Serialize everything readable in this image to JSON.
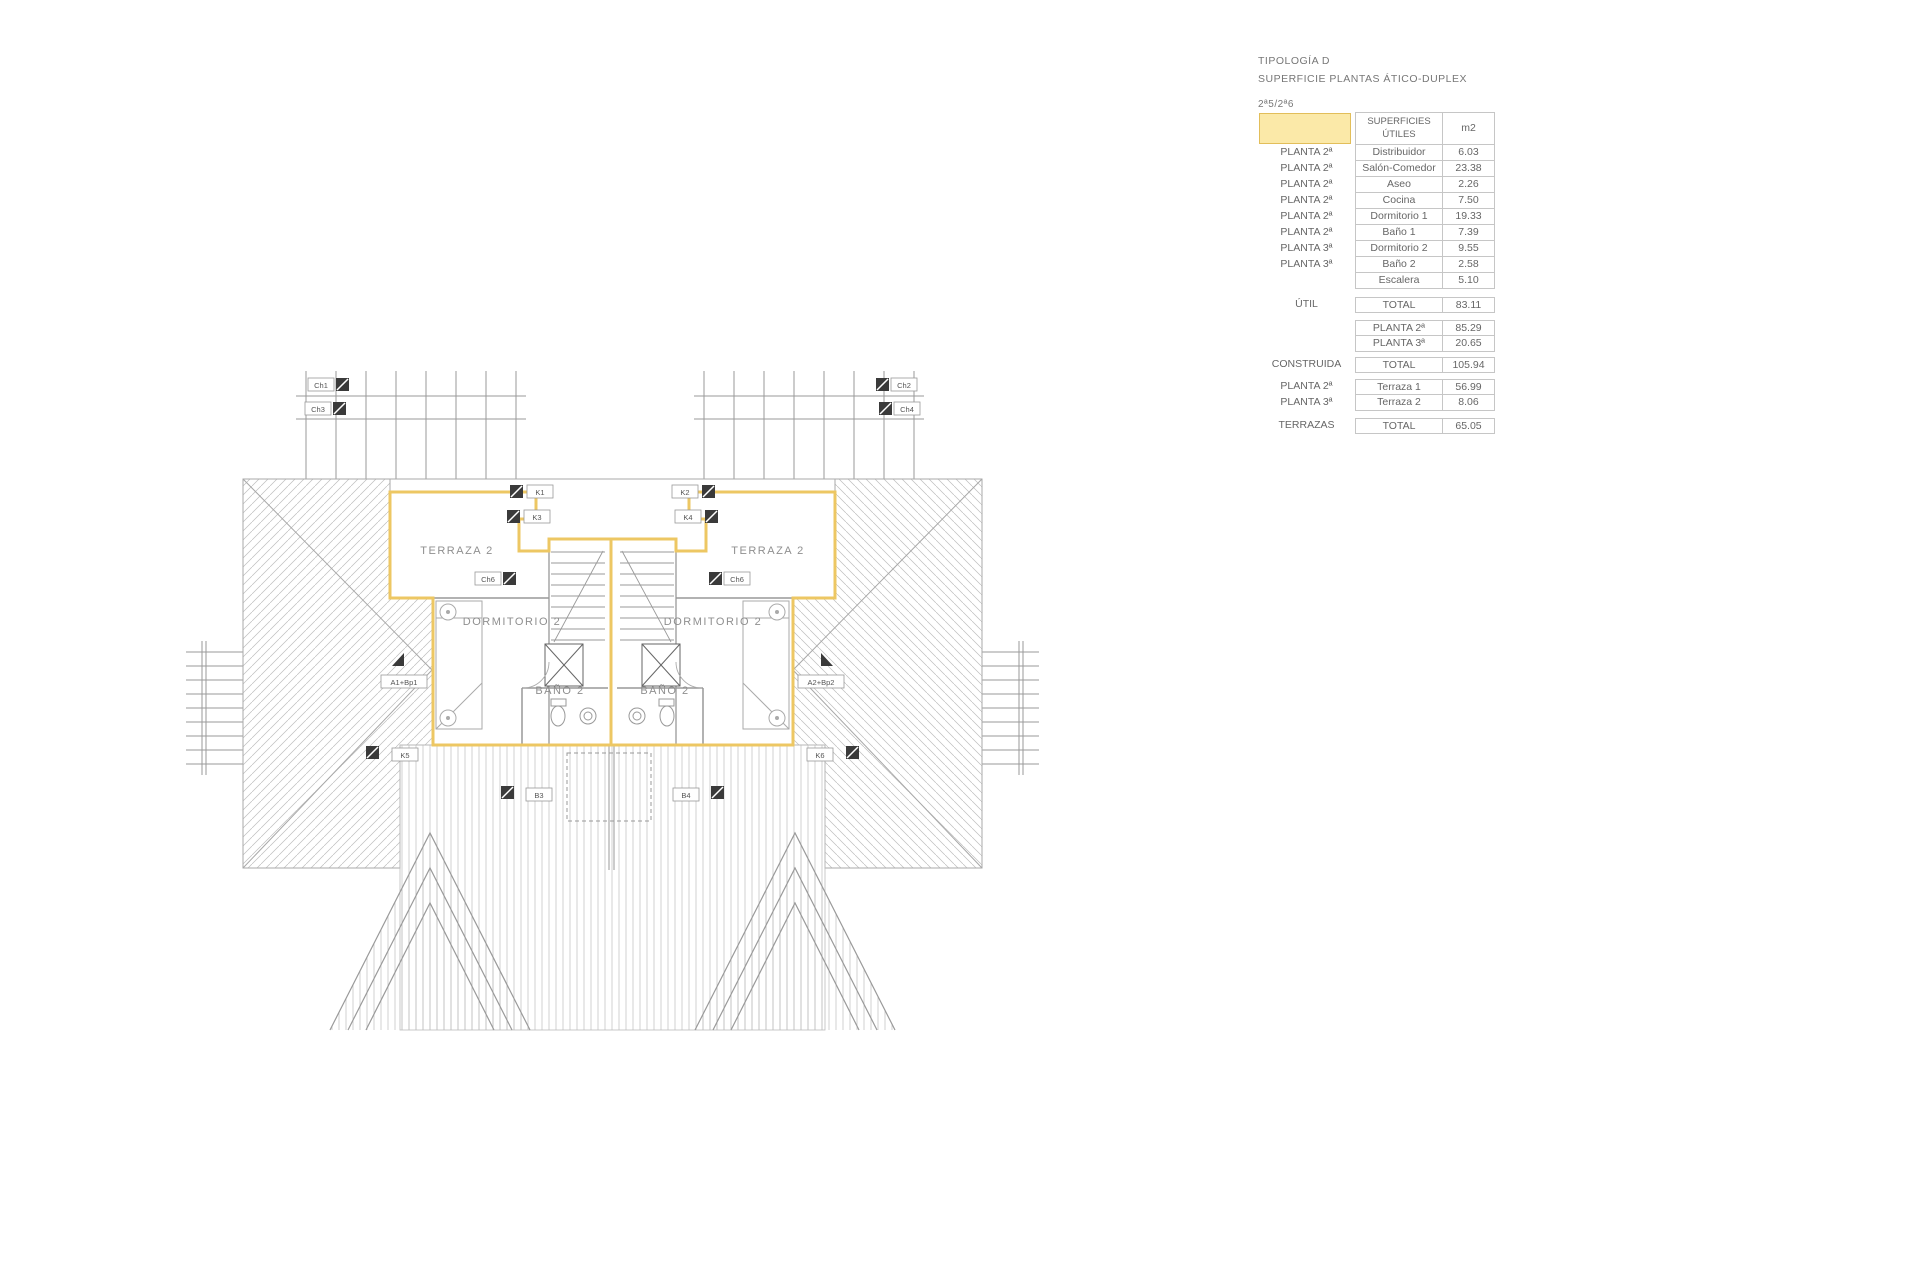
{
  "title_block": {
    "line1": "TIPOLOGÍA D",
    "line2": "SUPERFICIE PLANTAS ÁTICO-DUPLEX",
    "line3": "2ª5/2ª6"
  },
  "table": {
    "header": {
      "col2a": "SUPERFICIES",
      "col2b": "ÚTILES",
      "col3": "m2"
    },
    "rows": [
      {
        "c1": "PLANTA 2ª",
        "c2": "Distribuidor",
        "c3": "6.03"
      },
      {
        "c1": "PLANTA 2ª",
        "c2": "Salón-Comedor",
        "c3": "23.38"
      },
      {
        "c1": "PLANTA 2ª",
        "c2": "Aseo",
        "c3": "2.26"
      },
      {
        "c1": "PLANTA 2ª",
        "c2": "Cocina",
        "c3": "7.50"
      },
      {
        "c1": "PLANTA 2ª",
        "c2": "Dormitorio 1",
        "c3": "19.33"
      },
      {
        "c1": "PLANTA 2ª",
        "c2": "Baño 1",
        "c3": "7.39"
      },
      {
        "c1": "PLANTA 3ª",
        "c2": "Dormitorio 2",
        "c3": "9.55"
      },
      {
        "c1": "PLANTA 3ª",
        "c2": "Baño 2",
        "c3": "2.58"
      },
      {
        "c1": "",
        "c2": "Escalera",
        "c3": "5.10"
      },
      {
        "c1": "ÚTIL",
        "c2": "TOTAL",
        "c3": "83.11"
      },
      {
        "c1": "",
        "c2": "PLANTA 2ª",
        "c3": "85.29"
      },
      {
        "c1": "",
        "c2": "PLANTA 3ª",
        "c3": "20.65"
      },
      {
        "c1": "CONSTRUIDA",
        "c2": "TOTAL",
        "c3": "105.94"
      },
      {
        "c1": "PLANTA 2ª",
        "c2": "Terraza 1",
        "c3": "56.99"
      },
      {
        "c1": "PLANTA 3ª",
        "c2": "Terraza 2",
        "c3": "8.06"
      },
      {
        "c1": "TERRAZAS",
        "c2": "TOTAL",
        "c3": "65.05"
      }
    ]
  },
  "plan": {
    "rooms": {
      "terraza_left": "TERRAZA 2",
      "terraza_right": "TERRAZA 2",
      "dormitorio_left": "DORMITORIO 2",
      "dormitorio_right": "DORMITORIO 2",
      "bano_left": "BAÑO 2",
      "bano_right": "BAÑO 2"
    },
    "tags": {
      "ch1": "Ch1",
      "ch3": "Ch3",
      "ch2": "Ch2",
      "ch4": "Ch4",
      "k1": "K1",
      "k3": "K3",
      "k2": "K2",
      "k4": "K4",
      "ch6_left": "Ch6",
      "ch6_right": "Ch6",
      "a1": "A1+Bp1",
      "a2": "A2+Bp2",
      "k5": "K5",
      "k6": "K6",
      "b3": "B3",
      "b4": "B4"
    }
  },
  "colors": {
    "highlight_stroke": "#EDC763",
    "highlight_fill": "#FBE9A8",
    "line": "#9a9a9a"
  }
}
